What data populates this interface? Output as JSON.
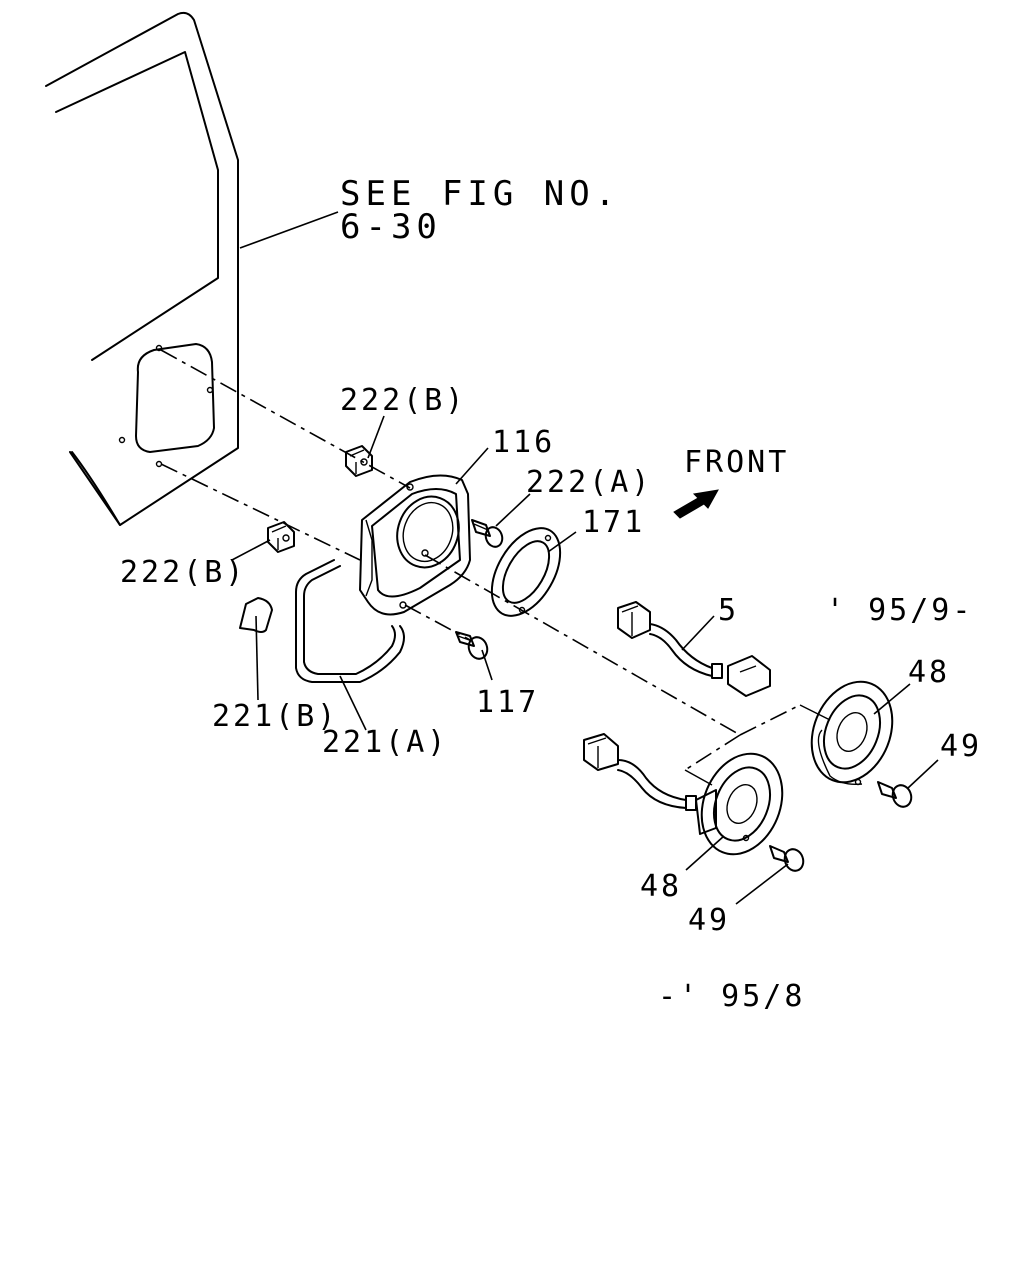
{
  "colors": {
    "ink": "#000000",
    "background": "#ffffff"
  },
  "reference": {
    "line1": "SEE FIG NO.",
    "line2": "6-30"
  },
  "direction": {
    "label": "FRONT",
    "icon": "arrow-right-icon"
  },
  "callouts": {
    "c222b_top": "222(B)",
    "c116": "116",
    "c222a": "222(A)",
    "c171": "171",
    "c222b_left": "222(B)",
    "c5": "5",
    "c221b": "221(B)",
    "c117": "117",
    "c221a": "221(A)",
    "c48_right": "48",
    "c49_right": "49",
    "c48_lower": "48",
    "c49_lower": "49"
  },
  "date_ranges": {
    "from": "' 95/9-",
    "until": "-' 95/8"
  }
}
